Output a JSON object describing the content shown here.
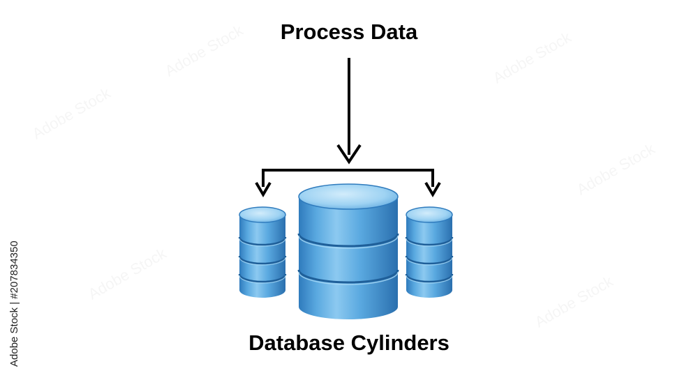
{
  "diagram": {
    "top_label": "Process Data",
    "bottom_label": "Database Cylinders",
    "side_credit": "Adobe Stock | #207834350",
    "watermark_text": "Adobe Stock",
    "colors": {
      "cylinder_body": "#4f9fd8",
      "cylinder_dark": "#2f7bbd",
      "cylinder_light": "#8cc9f0",
      "cylinder_top": "#a9d9f6",
      "band_line": "#1f5f99",
      "arrow": "#000000"
    },
    "icons": [
      "database-cylinder-small-left",
      "database-cylinder-large-center",
      "database-cylinder-small-right",
      "arrow-down-icon"
    ]
  }
}
